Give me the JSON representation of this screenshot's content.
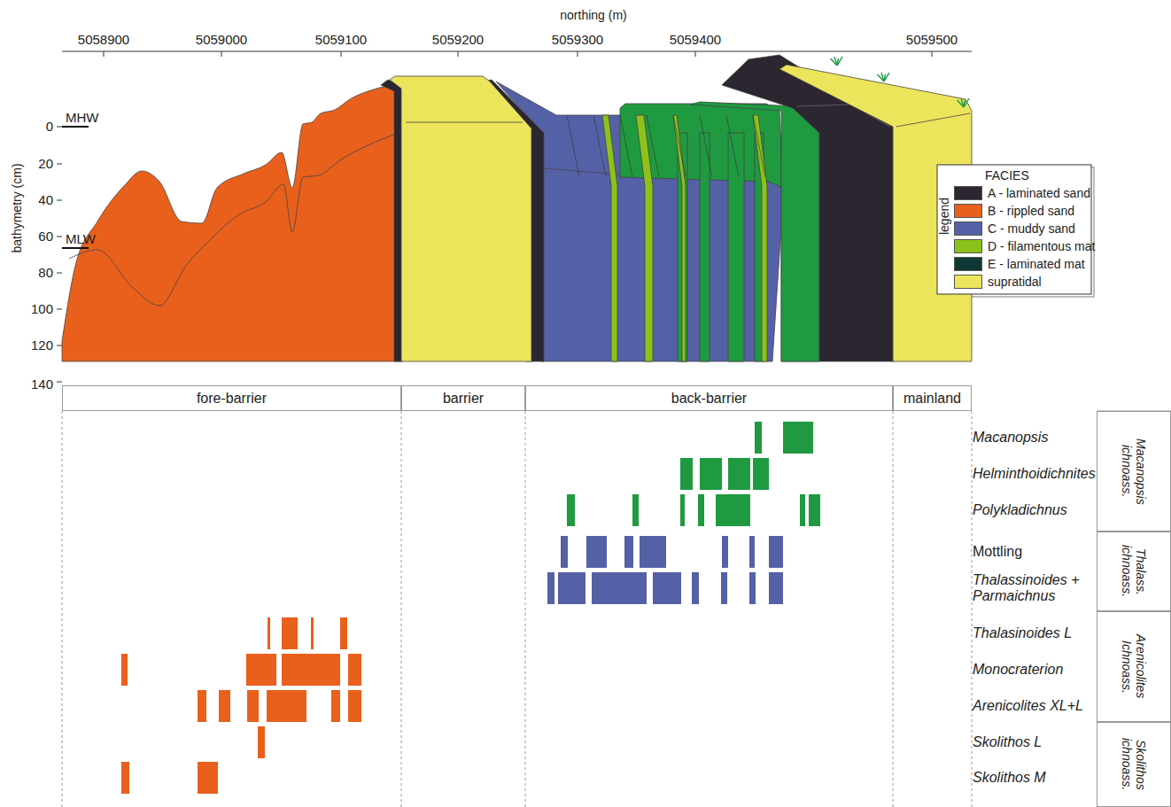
{
  "diagram": {
    "nodes": [
      {
        "text": [
          "fore-barrier"
        ]
      },
      {
        "text": [
          "barrier"
        ]
      },
      {
        "text": [
          "back-barrier"
        ]
      },
      {
        "text": [
          "mainland"
        ]
      },
      {
        "text": [
          "Macanopsis ichnoass."
        ]
      },
      {
        "text": [
          "Thalass. ichnoass."
        ]
      },
      {
        "text": [
          "Arenicolites Ichnoass."
        ]
      },
      {
        "text": [
          "Skolithos ichnoass."
        ]
      }
    ],
    "labels": [
      "northing (m)",
      "5058900",
      "5059000",
      "5059100",
      "5059200",
      "5059300",
      "5059400",
      "5059500",
      "bathymetry (cm)",
      "0",
      "20",
      "40",
      "60",
      "80",
      "100",
      "120",
      "140",
      "MHW",
      "MLW",
      "legend",
      "FACIES",
      "Macanopsis",
      "Helminthoidichnites",
      "Polykladichnus",
      "Mottling",
      "Thalassinoides + Parmaichnus",
      "Thalasinoides L",
      "Monocraterion",
      "Arenicolites XL+L",
      "Skolithos L",
      "Skolithos M"
    ],
    "legend": [
      {
        "text": "A - laminated sand",
        "color": "#2b2630"
      },
      {
        "text": "B - rippled sand",
        "color": "#e8601c"
      },
      {
        "text": "C - muddy sand",
        "color": "#5561a6"
      },
      {
        "text": "D - filamentous mat",
        "color": "#8cc21a"
      },
      {
        "text": "E - laminated mat",
        "color": "#0f3733"
      },
      {
        "text": "supratidal",
        "color": "#ece55c"
      }
    ]
  }
}
